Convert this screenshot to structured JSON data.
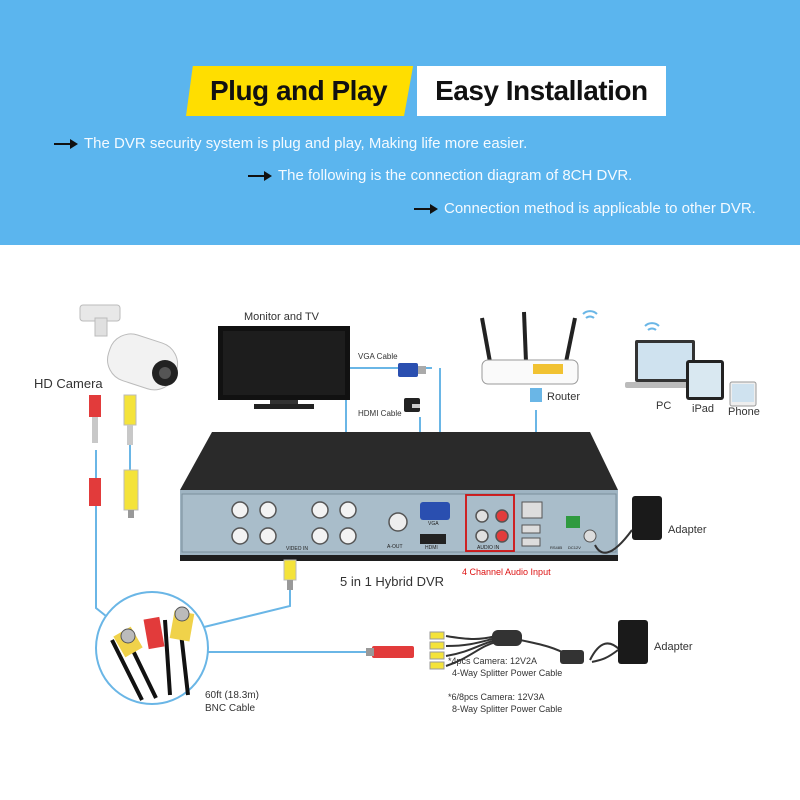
{
  "banner": {
    "title_part1": "Plug and Play",
    "title_part2": "Easy Installation",
    "bullets": [
      "The DVR security system is plug and play, Making life more easier.",
      "The following is the connection diagram of 8CH DVR.",
      "Connection method is applicable to other DVR."
    ]
  },
  "diagram": {
    "hd_camera": "HD Camera",
    "monitor": "Monitor and TV",
    "vga_cable": "VGA Cable",
    "hdmi_cable": "HDMI Cable",
    "router": "Router",
    "pc": "PC",
    "ipad": "iPad",
    "phone": "Phone",
    "adapter_top": "Adapter",
    "adapter_bottom": "Adapter",
    "dvr_label": "5 in 1 Hybrid DVR",
    "audio_input": "4 Channel Audio Input",
    "cable_length": "60ft (18.3m)",
    "cable_name": "BNC Cable",
    "note_4pcs_1": "*4pcs Camera: 12V2A",
    "note_4pcs_2": "4-Way Splitter Power Cable",
    "note_8pcs_1": "*6/8pcs Camera:  12V3A",
    "note_8pcs_2": "8-Way Splitter Power Cable",
    "panel": {
      "video_in": "VIDEO IN",
      "a_out": "A-OUT",
      "vga": "VGA",
      "hdmi": "HDMI",
      "audio_in": "AUDIO IN",
      "rs485": "RS485",
      "dc12v": "DC12V"
    }
  },
  "colors": {
    "banner": "#5bb5ee",
    "title_highlight": "#ffde00",
    "audio_box": "#d11111",
    "cable_blue": "#6ab6e6"
  }
}
